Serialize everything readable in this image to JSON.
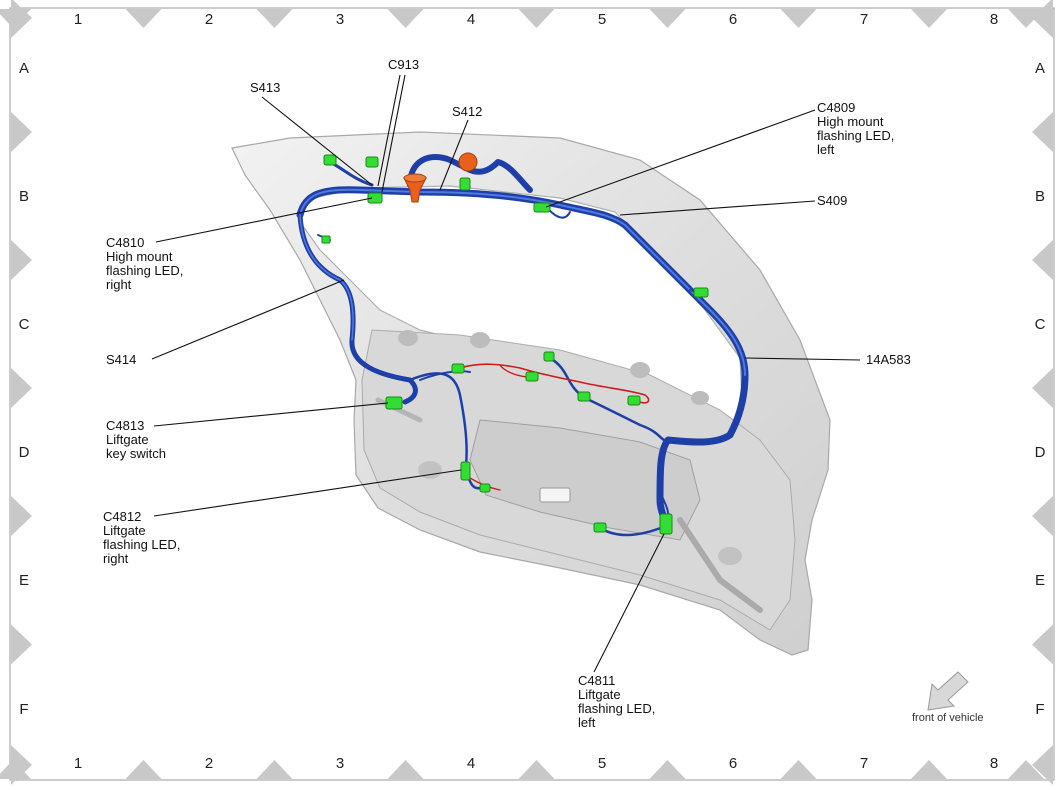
{
  "grid": {
    "columns": [
      "1",
      "2",
      "3",
      "4",
      "5",
      "6",
      "7",
      "8"
    ],
    "rows": [
      "A",
      "B",
      "C",
      "D",
      "E",
      "F"
    ]
  },
  "labels": {
    "s413": "S413",
    "c913": "C913",
    "s412": "S412",
    "c4809": [
      "C4809",
      "High mount",
      "flashing LED,",
      "left"
    ],
    "s409": "S409",
    "c4810": [
      "C4810",
      "High mount",
      "flashing LED,",
      "right"
    ],
    "s414": "S414",
    "harness": "14A583",
    "c4813": [
      "C4813",
      "Liftgate",
      "key switch"
    ],
    "c4812": [
      "C4812",
      "Liftgate",
      "flashing LED,",
      "right"
    ],
    "c4811": [
      "C4811",
      "Liftgate",
      "flashing LED,",
      "left"
    ],
    "front": "front of vehicle"
  },
  "colors": {
    "harness": "#1e3fa8",
    "harness_highlight": "#4f7be0",
    "circuit_red": "#d11a1a",
    "connector": "#33dd33",
    "grommet": "#e8601c",
    "panel": "#e4e4e4",
    "panel_shade": "#c9c9c9",
    "border_triangle": "#c8c8c8"
  }
}
